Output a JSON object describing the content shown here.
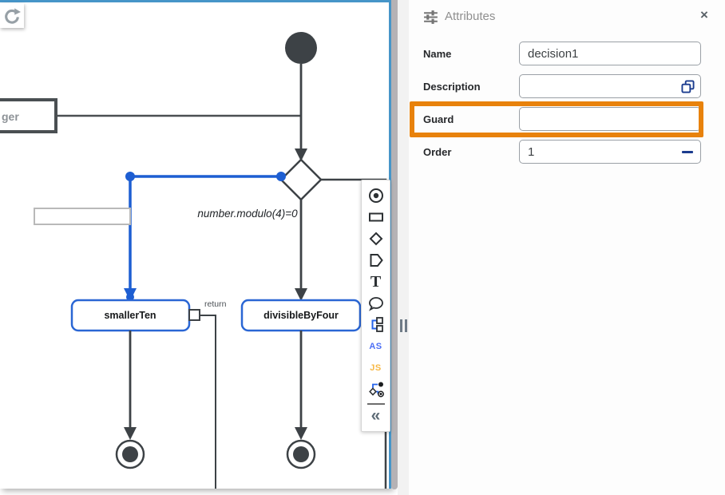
{
  "colors": {
    "accent_selected_blue": "#1d5ed2",
    "activity_border_blue": "#2a66d4",
    "diagram_dark": "#3d4246",
    "canvas_border_blue": "#4695c8",
    "highlight_orange": "#e8820c",
    "as_tool_blue": "#4c6ef5",
    "js_tool_orange": "#f7b844"
  },
  "canvas": {
    "partial_activity_label": "ger",
    "edge_guard_label": "number.modulo(4)=0",
    "activity_smaller_label": "smallerTen",
    "activity_divisible_label": "divisibleByFour",
    "return_label": "return"
  },
  "toolbar": {
    "text_tool_glyph": "T",
    "as_label": "AS",
    "js_label": "JS",
    "collapse_glyph": "«"
  },
  "panel": {
    "title": "Attributes",
    "close_glyph": "×",
    "fields": {
      "name": {
        "label": "Name",
        "value": "decision1"
      },
      "description": {
        "label": "Description",
        "value": ""
      },
      "guard": {
        "label": "Guard",
        "value": ""
      },
      "order": {
        "label": "Order",
        "value": "1"
      }
    }
  }
}
